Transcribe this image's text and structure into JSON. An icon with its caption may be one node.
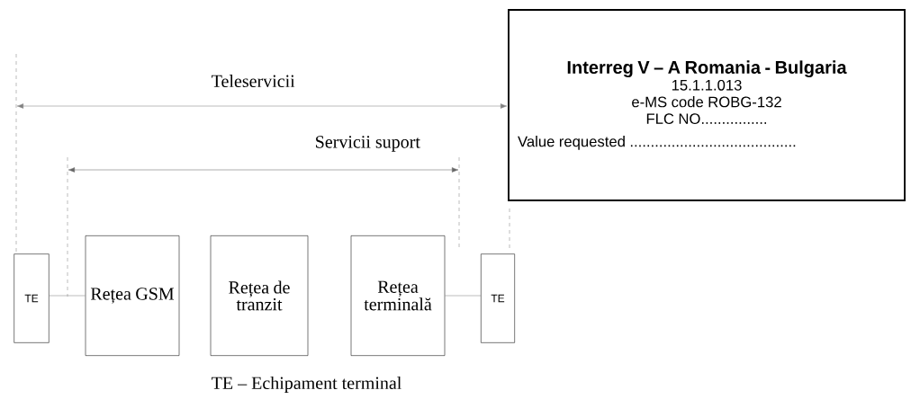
{
  "diagram": {
    "nodes": [
      {
        "text": [
          "TE"
        ]
      },
      {
        "text": [
          "Rețea GSM"
        ]
      },
      {
        "text": [
          "Rețea de tranzit"
        ]
      },
      {
        "text": [
          "Rețea terminală"
        ]
      },
      {
        "text": [
          "TE"
        ]
      },
      {
        "text": [
          "Interreg V – A Romania - Bulgaria",
          "15.1.1.013",
          "e-MS code ROBG-132",
          "FLC NO................",
          "Value requested ........................................"
        ]
      }
    ],
    "edges": [
      {
        "from": 0,
        "to": 1,
        "arrow": "none"
      },
      {
        "from": 3,
        "to": 4,
        "arrow": "none"
      }
    ],
    "labels": [
      "Teleservicii",
      "Servicii suport",
      "TE – Echipament terminal"
    ]
  }
}
